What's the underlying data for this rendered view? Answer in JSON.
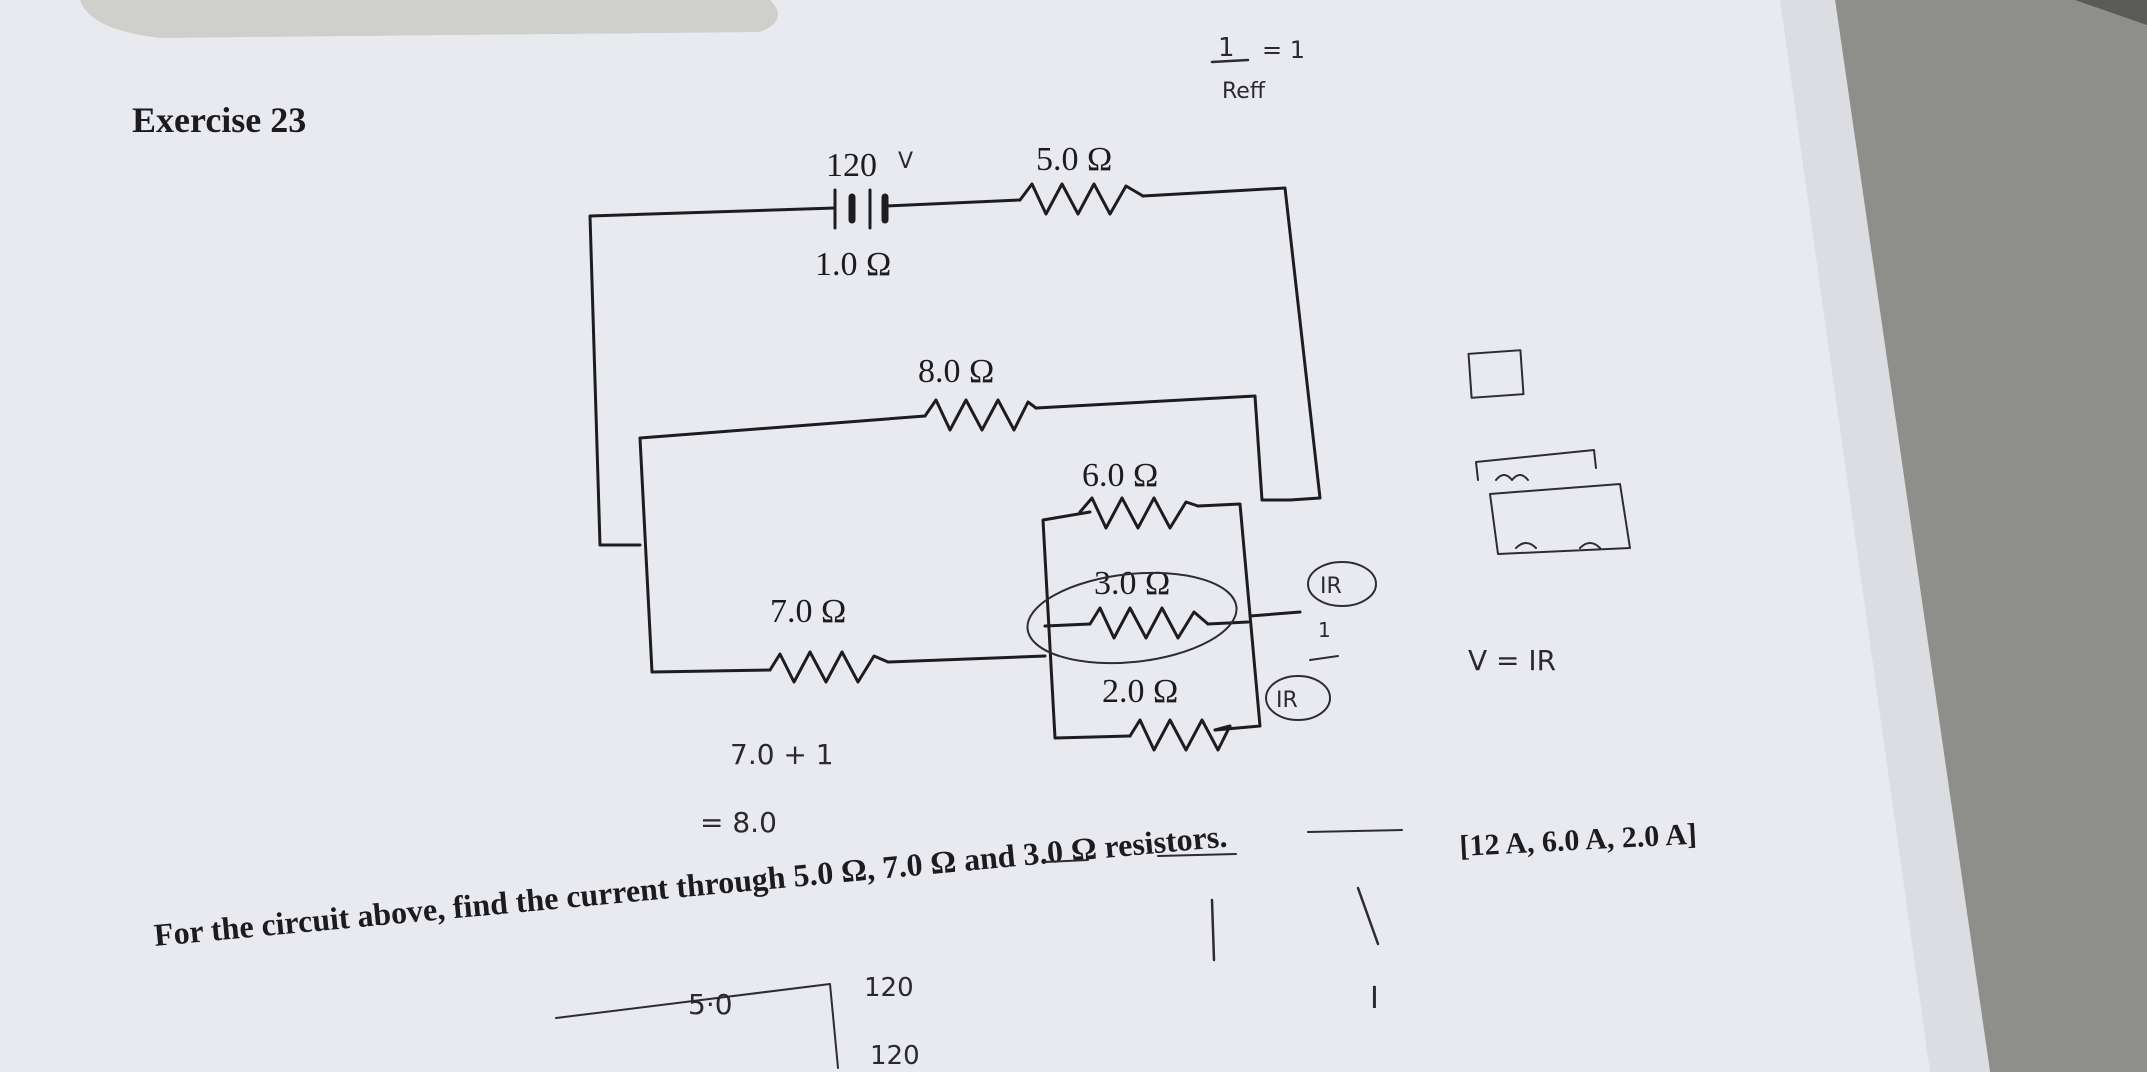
{
  "exercise": {
    "title": "Exercise 23"
  },
  "circuit": {
    "battery_voltage": "120",
    "battery_internal_resistance": "1.0 Ω",
    "r1": "5.0 Ω",
    "r2": "8.0 Ω",
    "r3": "6.0 Ω",
    "r4": "3.0 Ω",
    "r5": "7.0 Ω",
    "r6": "2.0 Ω"
  },
  "question": {
    "text_line1": "For the circuit above, find the current through 5.0 Ω, 7.0 Ω and 3.0 Ω resistors.",
    "answer": "[12 A, 6.0 A, 2.0 A]"
  },
  "handwriting": {
    "volt_mark": "V",
    "sum_line1": "7.0 + 1",
    "sum_line2": "= 8.0",
    "ohms_law": "V = IR",
    "circle_ir_1": "IR",
    "circle_ir_2": "IR",
    "fraction_numerator": "1",
    "fraction_eq": "= 1",
    "fraction_den": "Reff",
    "small_one": "1",
    "bottom_5": "5·0",
    "bottom_120a": "120",
    "bottom_120b": "120",
    "bottom_I": "I"
  }
}
